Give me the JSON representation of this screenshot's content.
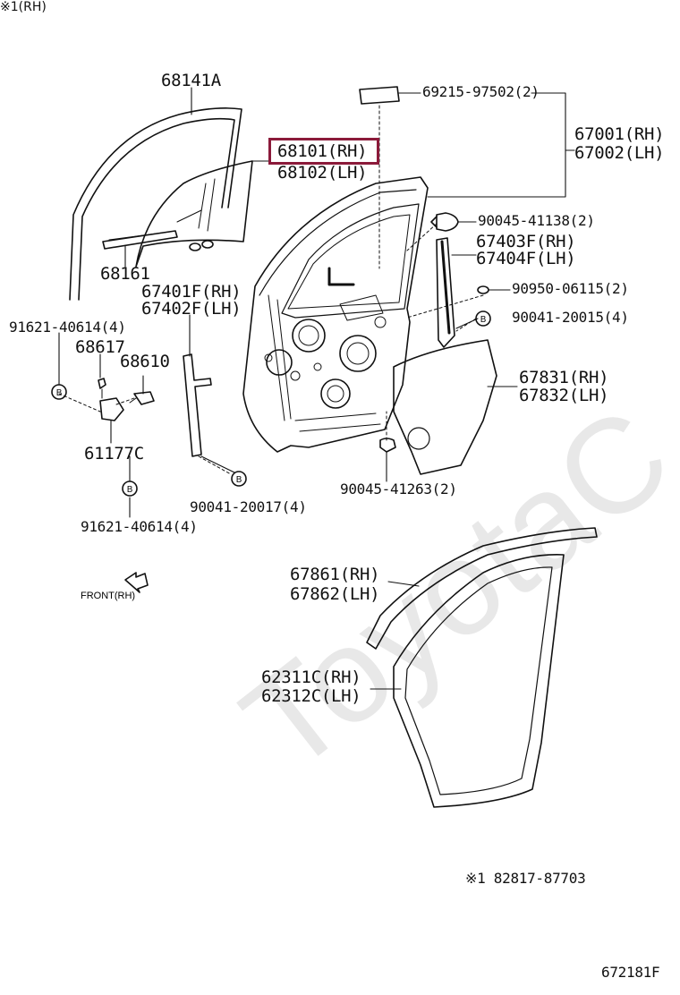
{
  "diagram": {
    "watermark": "ToyotaC",
    "figure_code": "672181F",
    "highlight_color": "#8b1a3a",
    "front_label": "FRONT(RH)",
    "note_mark": "※1(RH)",
    "note_footer": "※1  82817-87703",
    "parts": {
      "p68141A": "68141A",
      "p69215": "69215-97502(2)",
      "p67001": "67001(RH)",
      "p67002": "67002(LH)",
      "p68101": "68101(RH)",
      "p68102": "68102(LH)",
      "p90045a": "90045-41138(2)",
      "p67403": "67403F(RH)",
      "p67404": "67404F(LH)",
      "p68161": "68161",
      "p67401": "67401F(RH)",
      "p67402": "67402F(LH)",
      "p90950": "90950-06115(2)",
      "p91621a": "91621-40614(4)",
      "p90041a": "90041-20015(4)",
      "p68617": "68617",
      "p68610": "68610",
      "p67831": "67831(RH)",
      "p67832": "67832(LH)",
      "p61177": "61177C",
      "p90045b": "90045-41263(2)",
      "p90041b": "90041-20017(4)",
      "p91621b": "91621-40614(4)",
      "p67861": "67861(RH)",
      "p67862": "67862(LH)",
      "p62311": "62311C(RH)",
      "p62312": "62312C(LH)"
    },
    "markers": {
      "b": "B"
    }
  }
}
